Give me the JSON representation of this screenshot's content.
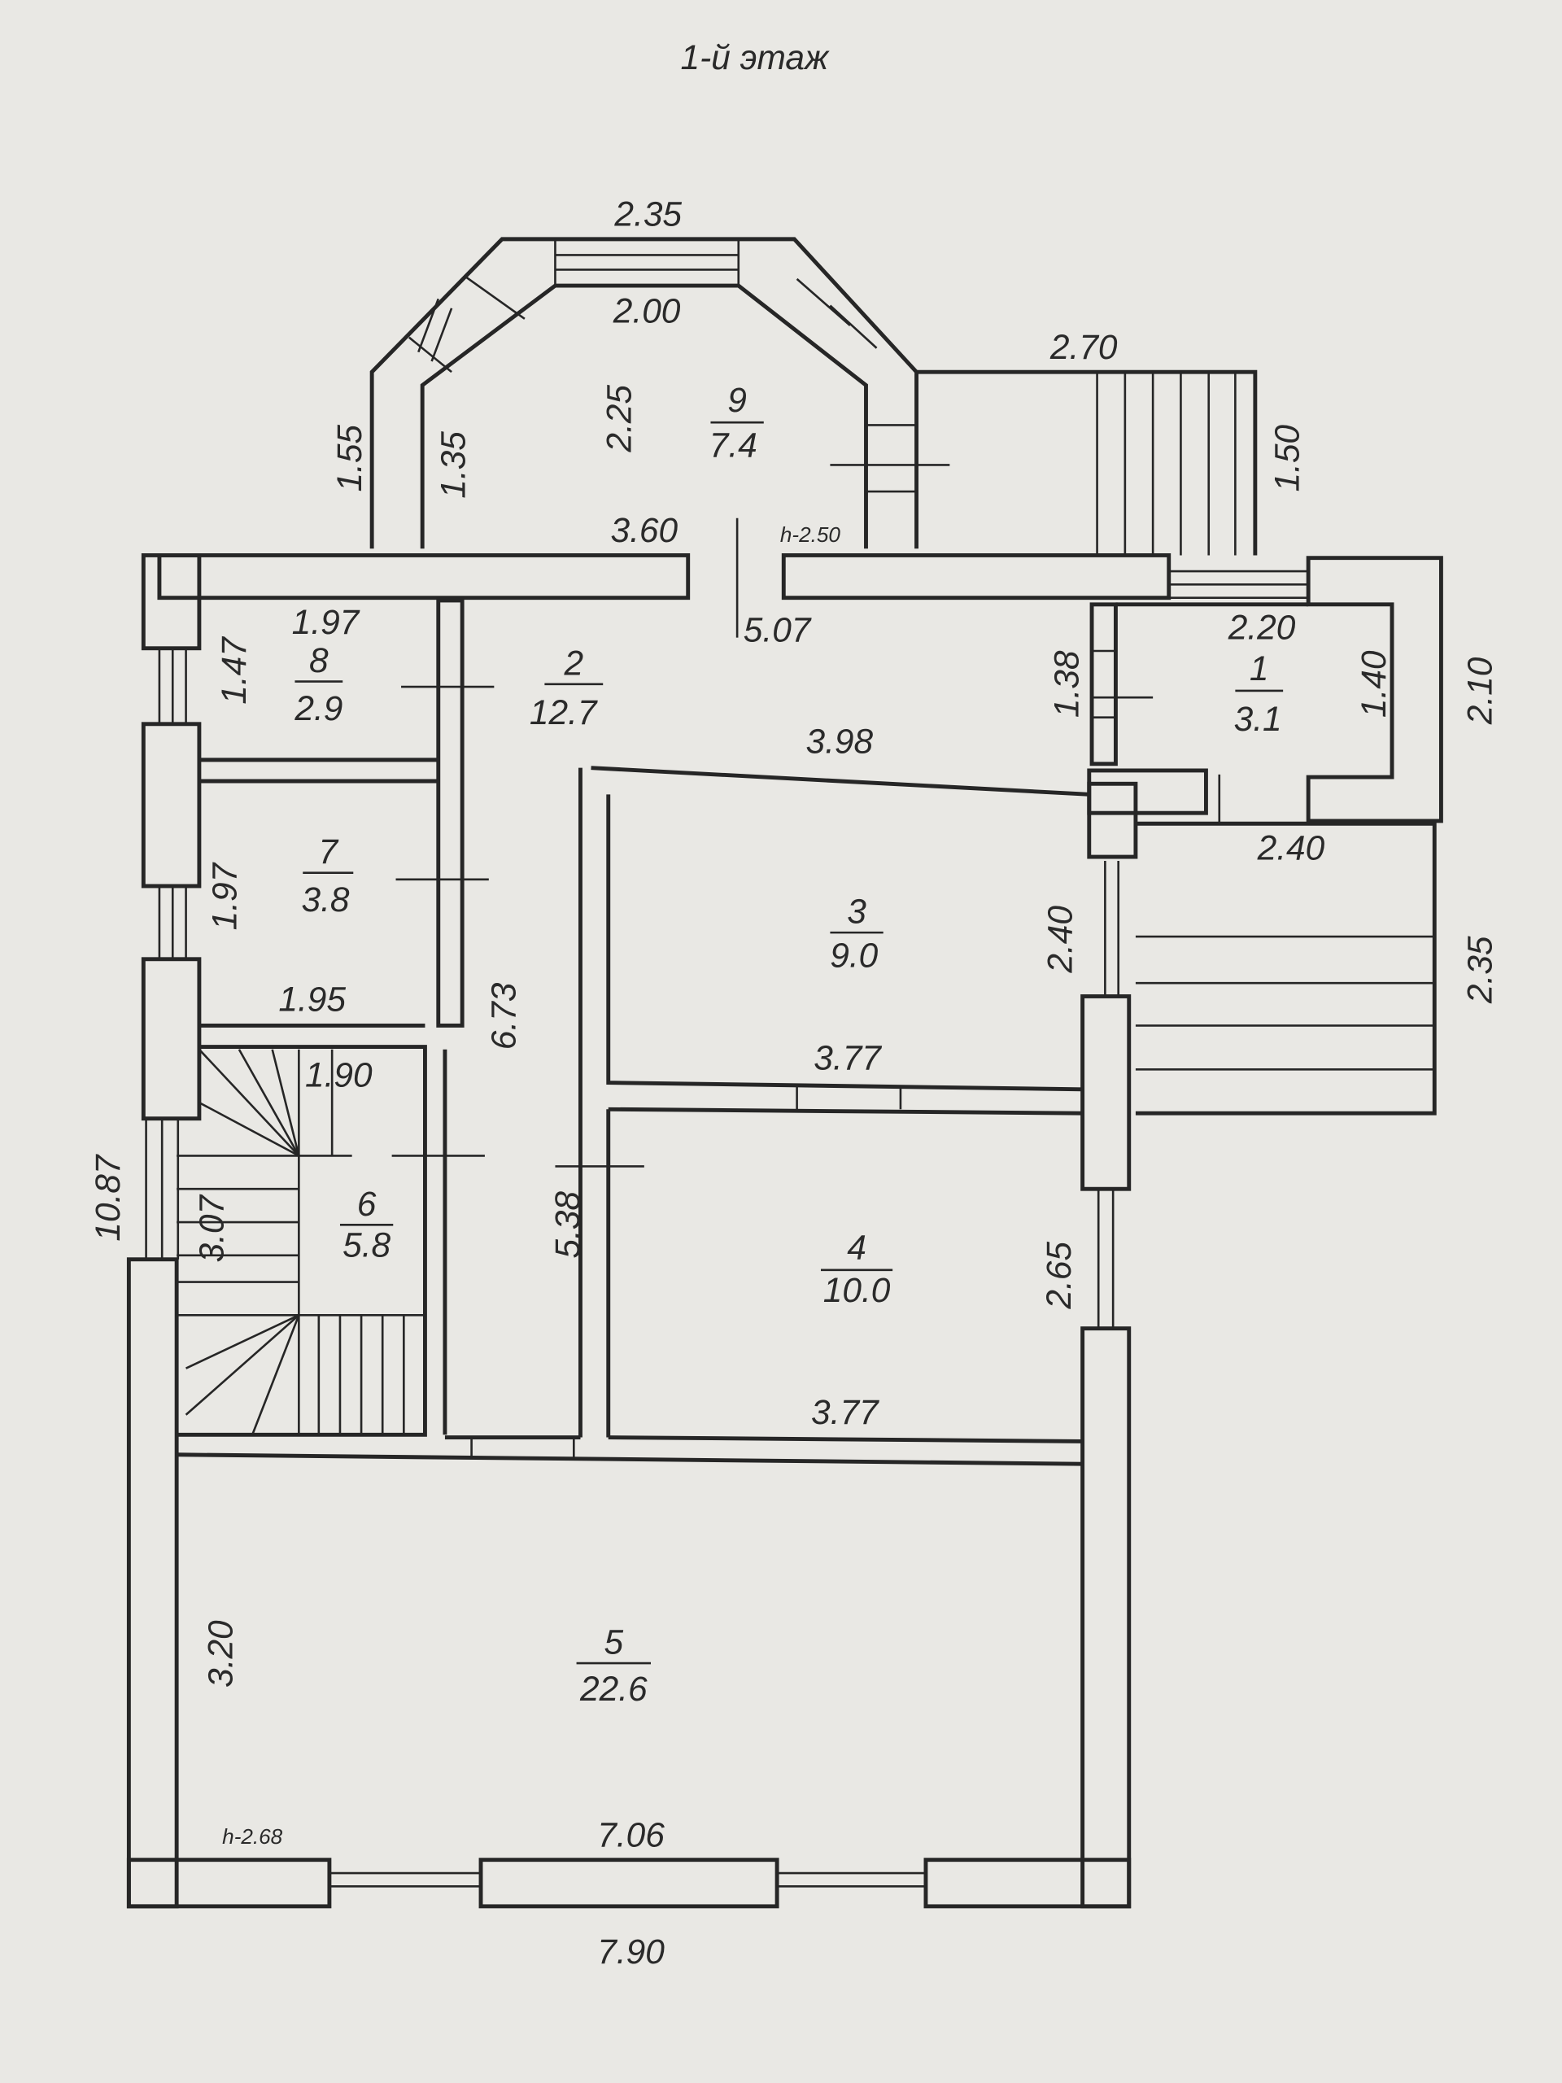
{
  "title": "1-й этаж",
  "rooms": [
    {
      "number": "1",
      "area": "3.1"
    },
    {
      "number": "2",
      "area": "12.7"
    },
    {
      "number": "3",
      "area": "9.0"
    },
    {
      "number": "4",
      "area": "10.0"
    },
    {
      "number": "5",
      "area": "22.6"
    },
    {
      "number": "6",
      "area": "5.8"
    },
    {
      "number": "7",
      "area": "3.8"
    },
    {
      "number": "8",
      "area": "2.9"
    },
    {
      "number": "9",
      "area": "7.4"
    }
  ],
  "heights": [
    "h-2.50",
    "h-2.68"
  ],
  "dims": [
    "2.35",
    "2.00",
    "2.70",
    "2.25",
    "1.55",
    "1.35",
    "1.50",
    "3.60",
    "5.07",
    "1.97",
    "2.20",
    "1.47",
    "1.38",
    "1.40",
    "2.10",
    "3.98",
    "2.40",
    "1.97",
    "1.95",
    "6.73",
    "2.40",
    "2.35",
    "3.77",
    "1.90",
    "10.87",
    "3.07",
    "5.38",
    "2.65",
    "3.77",
    "3.20",
    "7.06",
    "7.90"
  ],
  "colors": {
    "paper": "#e9e8e4",
    "ink": "#262626"
  }
}
